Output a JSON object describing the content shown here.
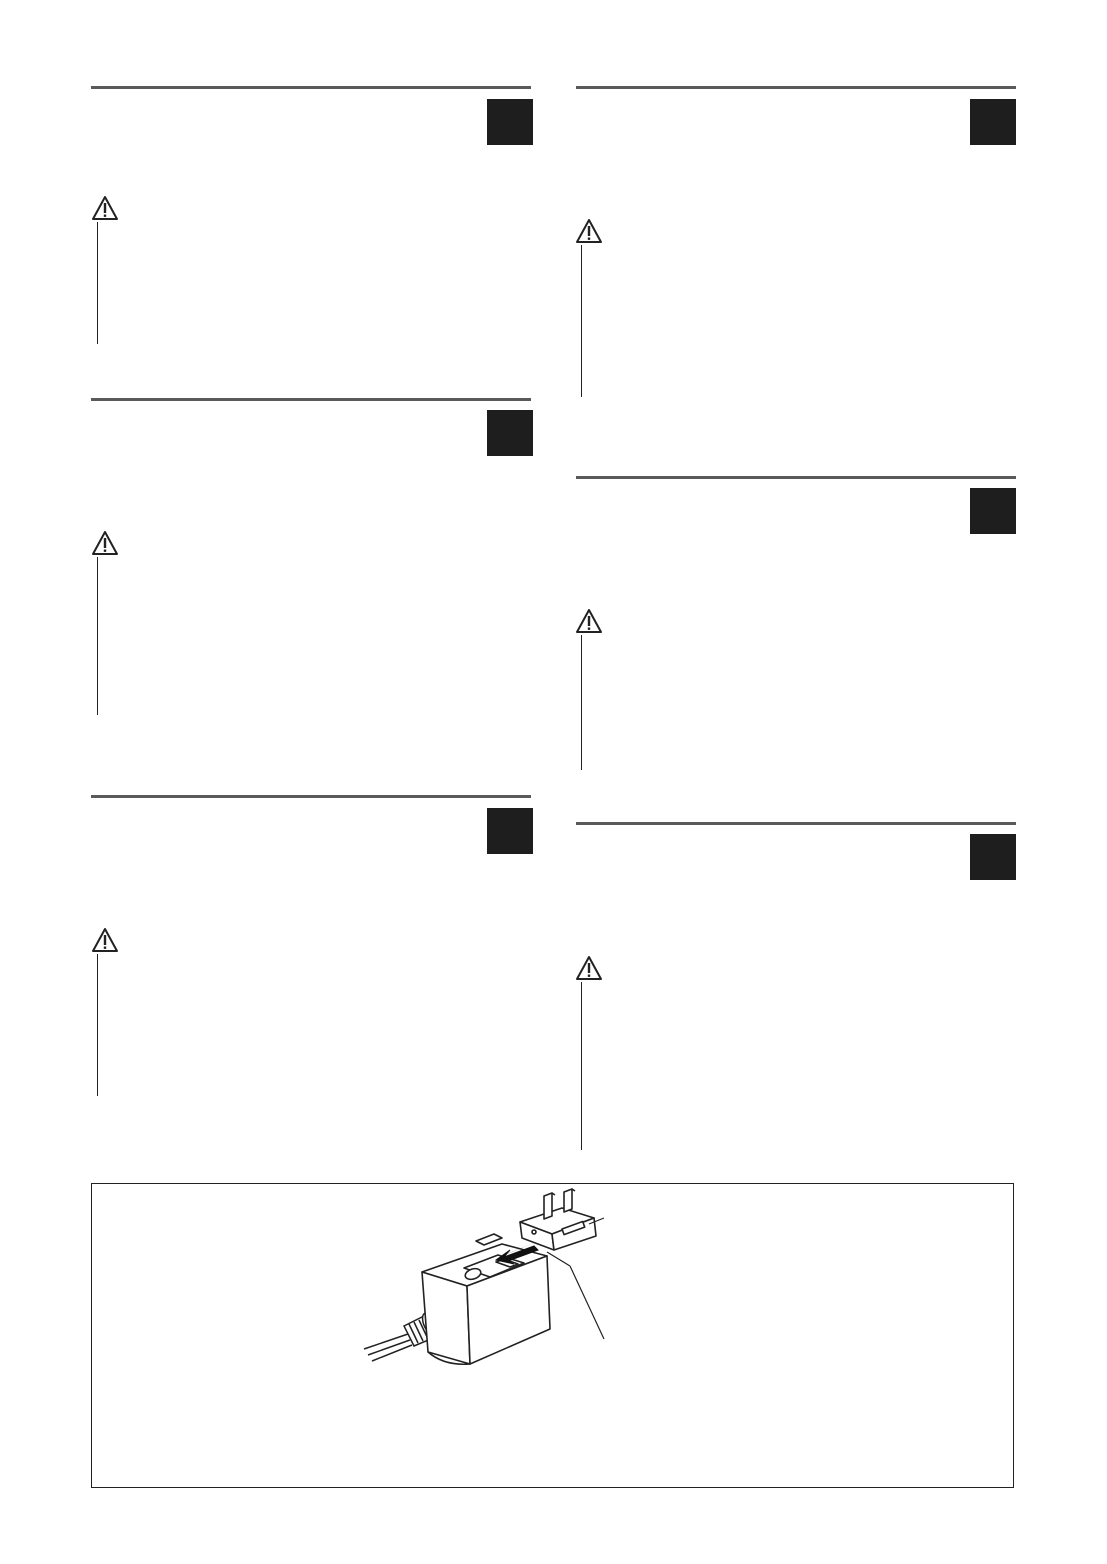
{
  "page": {
    "background": "#ffffff",
    "rule_color": "#5a5a5a",
    "badge_color": "#1e1e1e"
  },
  "sections": [
    {
      "id": "left-1",
      "icon": "warning-triangle-icon"
    },
    {
      "id": "left-2",
      "icon": "warning-triangle-icon"
    },
    {
      "id": "left-3",
      "icon": "warning-triangle-icon"
    },
    {
      "id": "right-1",
      "icon": "warning-triangle-icon"
    },
    {
      "id": "right-2",
      "icon": "warning-triangle-icon"
    },
    {
      "id": "right-3",
      "icon": "warning-triangle-icon"
    }
  ],
  "illustration": {
    "subject": "ac-adapter-with-detachable-plug",
    "icons": [
      "ac-adapter-icon",
      "plug-attachment-icon",
      "insert-arrow-icon"
    ]
  }
}
